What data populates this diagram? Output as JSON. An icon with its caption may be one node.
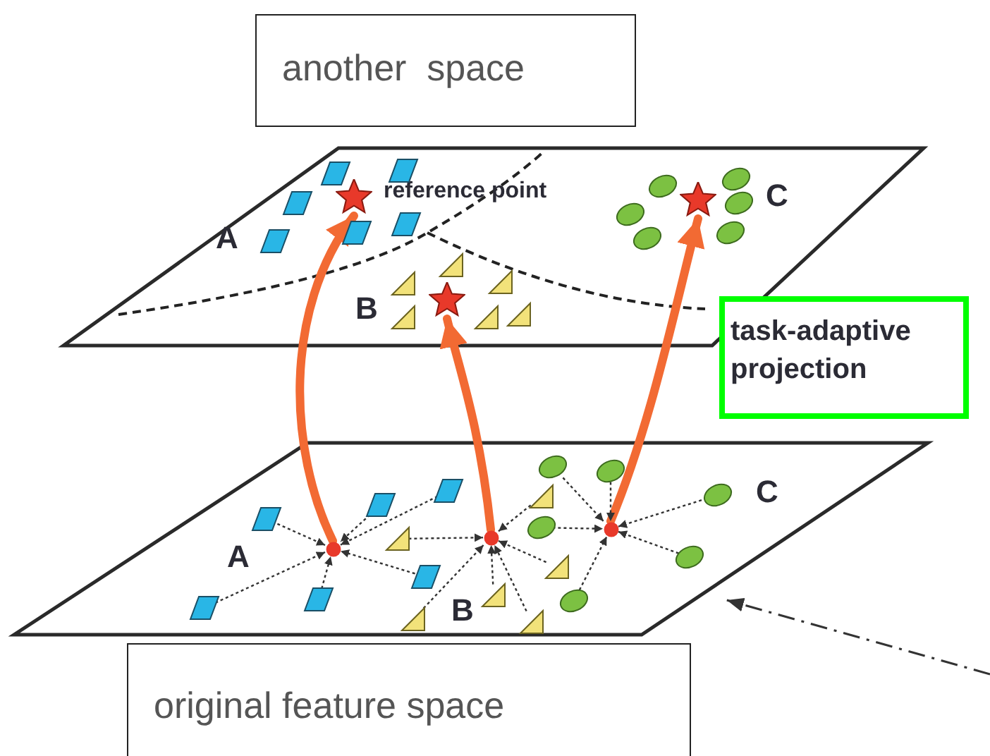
{
  "diagram": {
    "nodes": [
      {
        "text": [
          "another  space"
        ]
      },
      {
        "text": [
          "reference point",
          "A",
          "B",
          "C"
        ]
      },
      {
        "text": [],
        "shape": "star",
        "in": 1
      },
      {
        "text": [],
        "shape": "star",
        "in": 1
      },
      {
        "text": [],
        "shape": "star",
        "in": 1
      },
      {
        "text": [],
        "shape": "parallelogram",
        "in": 1
      },
      {
        "text": [],
        "shape": "parallelogram",
        "in": 1
      },
      {
        "text": [],
        "shape": "parallelogram",
        "in": 1
      },
      {
        "text": [],
        "shape": "parallelogram",
        "in": 1
      },
      {
        "text": [],
        "shape": "parallelogram",
        "in": 1
      },
      {
        "text": [],
        "shape": "parallelogram",
        "in": 1
      },
      {
        "text": [],
        "shape": "triangle",
        "in": 1
      },
      {
        "text": [],
        "shape": "triangle",
        "in": 1
      },
      {
        "text": [],
        "shape": "triangle",
        "in": 1
      },
      {
        "text": [],
        "shape": "triangle",
        "in": 1
      },
      {
        "text": [],
        "shape": "triangle",
        "in": 1
      },
      {
        "text": [],
        "shape": "triangle",
        "in": 1
      },
      {
        "text": [],
        "shape": "ellipse",
        "in": 1
      },
      {
        "text": [],
        "shape": "ellipse",
        "in": 1
      },
      {
        "text": [],
        "shape": "ellipse",
        "in": 1
      },
      {
        "text": [],
        "shape": "ellipse",
        "in": 1
      },
      {
        "text": [],
        "shape": "ellipse",
        "in": 1
      },
      {
        "text": [],
        "shape": "ellipse",
        "in": 1
      },
      {
        "text": [
          "task-adaptive projection"
        ]
      },
      {
        "text": [
          "A",
          "B",
          "C"
        ]
      },
      {
        "text": [],
        "shape": "circle",
        "in": 24
      },
      {
        "text": [],
        "shape": "circle",
        "in": 24
      },
      {
        "text": [],
        "shape": "circle",
        "in": 24
      },
      {
        "text": [],
        "shape": "parallelogram",
        "in": 24
      },
      {
        "text": [],
        "shape": "parallelogram",
        "in": 24
      },
      {
        "text": [],
        "shape": "parallelogram",
        "in": 24
      },
      {
        "text": [],
        "shape": "parallelogram",
        "in": 24
      },
      {
        "text": [],
        "shape": "parallelogram",
        "in": 24
      },
      {
        "text": [],
        "shape": "parallelogram",
        "in": 24
      },
      {
        "text": [],
        "shape": "triangle",
        "in": 24
      },
      {
        "text": [],
        "shape": "triangle",
        "in": 24
      },
      {
        "text": [],
        "shape": "triangle",
        "in": 24
      },
      {
        "text": [],
        "shape": "triangle",
        "in": 24
      },
      {
        "text": [],
        "shape": "triangle",
        "in": 24
      },
      {
        "text": [],
        "shape": "triangle",
        "in": 24
      },
      {
        "text": [],
        "shape": "ellipse",
        "in": 24
      },
      {
        "text": [],
        "shape": "ellipse",
        "in": 24
      },
      {
        "text": [],
        "shape": "ellipse",
        "in": 24
      },
      {
        "text": [],
        "shape": "ellipse",
        "in": 24
      },
      {
        "text": [],
        "shape": "ellipse",
        "in": 24
      },
      {
        "text": [],
        "shape": "ellipse",
        "in": 24
      },
      {
        "text": [
          "original feature space"
        ]
      }
    ],
    "edges": [
      {
        "from": 25,
        "to": 2,
        "arrow": "to",
        "style": "thick",
        "color": "#f26a33"
      },
      {
        "from": 26,
        "to": 3,
        "arrow": "to",
        "style": "thick",
        "color": "#f26a33"
      },
      {
        "from": 27,
        "to": 4,
        "arrow": "to",
        "style": "thick",
        "color": "#f26a33"
      },
      {
        "from": null,
        "to": 24,
        "arrow": "to",
        "style": "dashed"
      },
      {
        "from": 28,
        "to": 25,
        "arrow": "to",
        "style": "dashed"
      },
      {
        "from": 29,
        "to": 25,
        "arrow": "to",
        "style": "dashed"
      },
      {
        "from": 30,
        "to": 25,
        "arrow": "to",
        "style": "dashed"
      },
      {
        "from": 31,
        "to": 25,
        "arrow": "to",
        "style": "dashed"
      },
      {
        "from": 32,
        "to": 25,
        "arrow": "to",
        "style": "dashed"
      },
      {
        "from": 33,
        "to": 25,
        "arrow": "to",
        "style": "dashed"
      },
      {
        "from": 34,
        "to": 26,
        "arrow": "to",
        "style": "dashed"
      },
      {
        "from": 35,
        "to": 26,
        "arrow": "to",
        "style": "dashed"
      },
      {
        "from": 36,
        "to": 26,
        "arrow": "to",
        "style": "dashed"
      },
      {
        "from": 37,
        "to": 26,
        "arrow": "to",
        "style": "dashed"
      },
      {
        "from": 38,
        "to": 26,
        "arrow": "to",
        "style": "dashed"
      },
      {
        "from": 39,
        "to": 26,
        "arrow": "to",
        "style": "dashed"
      },
      {
        "from": 40,
        "to": 27,
        "arrow": "to",
        "style": "dashed"
      },
      {
        "from": 41,
        "to": 27,
        "arrow": "to",
        "style": "dashed"
      },
      {
        "from": 42,
        "to": 27,
        "arrow": "to",
        "style": "dashed"
      },
      {
        "from": 43,
        "to": 27,
        "arrow": "to",
        "style": "dashed"
      },
      {
        "from": 44,
        "to": 27,
        "arrow": "to",
        "style": "dashed"
      },
      {
        "from": 45,
        "to": 27,
        "arrow": "to",
        "style": "dashed"
      }
    ]
  }
}
